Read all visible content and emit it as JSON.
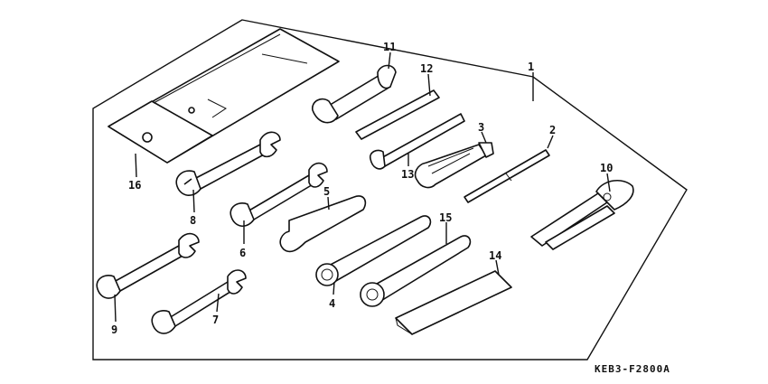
{
  "diagram_code": "KEB3-F2800A",
  "callouts": [
    {
      "id": "1",
      "label": "1"
    },
    {
      "id": "2",
      "label": "2"
    },
    {
      "id": "3",
      "label": "3"
    },
    {
      "id": "4",
      "label": "4"
    },
    {
      "id": "5",
      "label": "5"
    },
    {
      "id": "6",
      "label": "6"
    },
    {
      "id": "7",
      "label": "7"
    },
    {
      "id": "8",
      "label": "8"
    },
    {
      "id": "9",
      "label": "9"
    },
    {
      "id": "10",
      "label": "10"
    },
    {
      "id": "11",
      "label": "11"
    },
    {
      "id": "12",
      "label": "12"
    },
    {
      "id": "13",
      "label": "13"
    },
    {
      "id": "14",
      "label": "14"
    },
    {
      "id": "15",
      "label": "15"
    },
    {
      "id": "16",
      "label": "16"
    }
  ]
}
